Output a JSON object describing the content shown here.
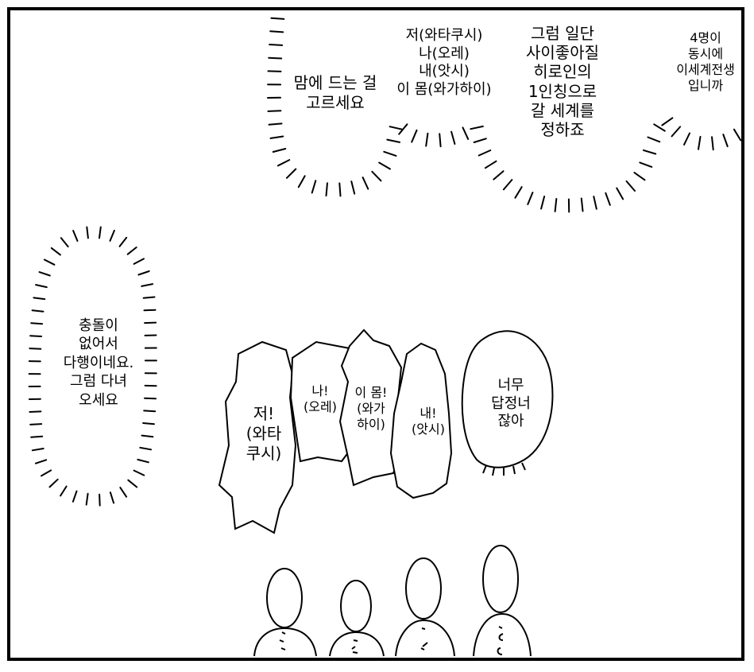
{
  "top_bubbles": {
    "choose": "맘에 드는 걸\n고르세요",
    "pronouns": "저(와타쿠시)\n나(오레)\n내(앗시)\n이 몸(와가하이)",
    "heroine": "그럼 일단\n사이좋아질\n히로인의\n1인칭으로\n갈 세계를\n정하죠",
    "four": "4명이\n동시에\n이세계전생\n입니까"
  },
  "left_bubble": {
    "text": "충돌이\n없어서\n다행이네요.\n그럼 다녀\n오세요"
  },
  "shouts": [
    {
      "text": "저!\n(와타\n쿠시)"
    },
    {
      "text": "나!\n(오레)"
    },
    {
      "text": "이 몸!\n(와가\n하이)"
    },
    {
      "text": "내!\n(앗시)"
    }
  ],
  "retort_bubble": {
    "text": "너무\n답정너\n잖아"
  }
}
